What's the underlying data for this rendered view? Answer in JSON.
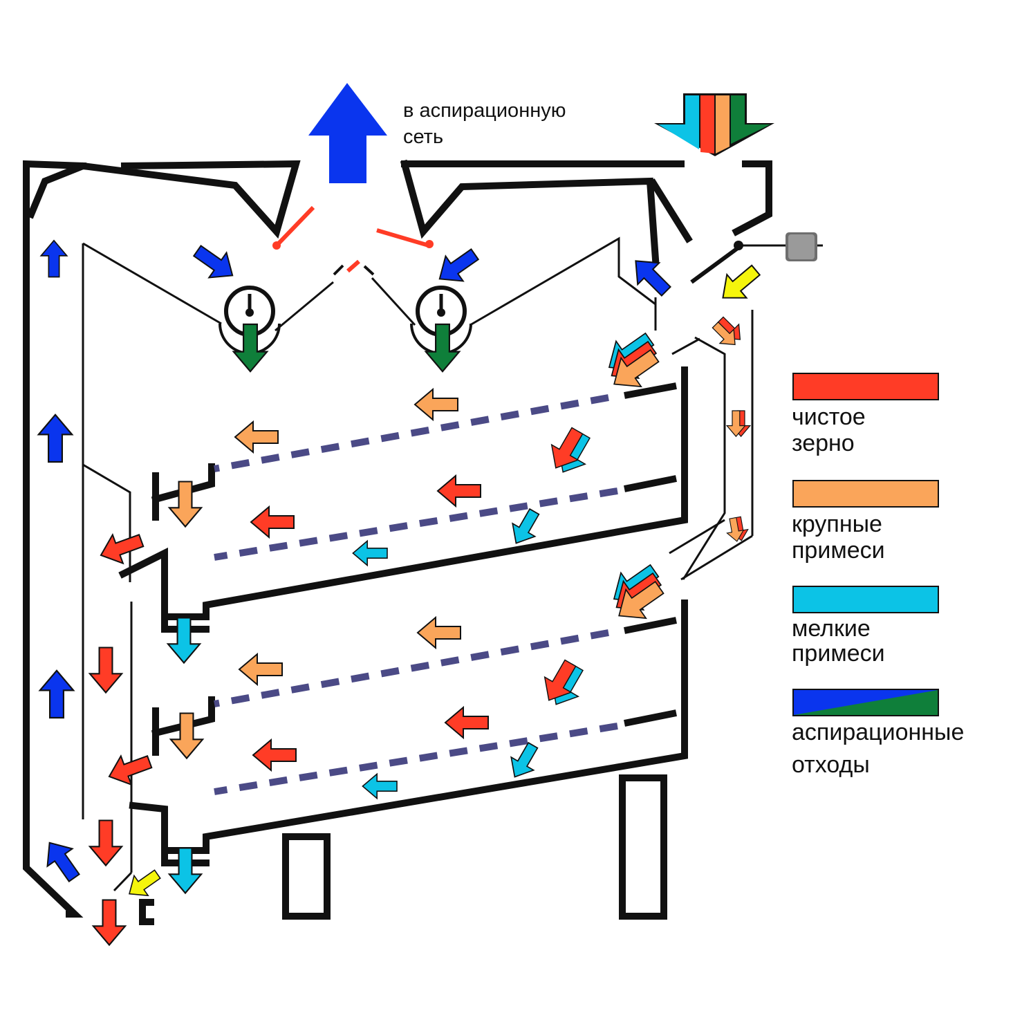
{
  "callout": {
    "line1": "в аспирационную",
    "line2": "сеть"
  },
  "legend": [
    {
      "line1": "чистое",
      "line2": "зерно",
      "color": "#ff3c26",
      "color2": null
    },
    {
      "line1": "крупные",
      "line2": "примеси",
      "color": "#faa55a",
      "color2": null
    },
    {
      "line1": "мелкие",
      "line2": "примеси",
      "color": "#0cc3e6",
      "color2": null
    },
    {
      "line1": "аспирационные",
      "line2": "отходы",
      "color": "#0a35ee",
      "color2": "#0f7f3a"
    }
  ],
  "colors": {
    "clean_grain": "#ff3c26",
    "coarse_impurities": "#faa55a",
    "fine_impurities": "#0cc3e6",
    "aspiration_air": "#0a35ee",
    "aspiration_waste": "#0f7f3a",
    "feed": "#f5f50c",
    "flap": "#ff3c26",
    "sieve": "#4b4a86",
    "structure": "#111111"
  }
}
